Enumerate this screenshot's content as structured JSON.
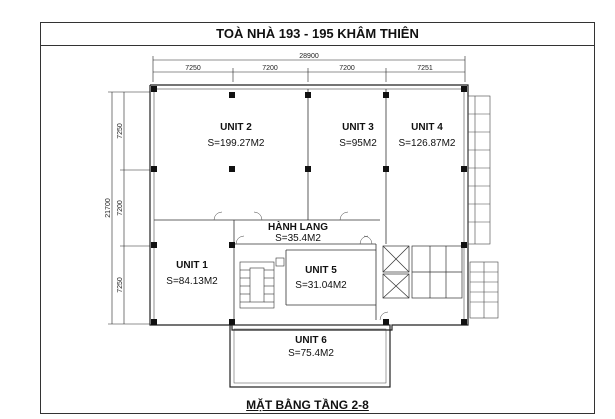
{
  "header": {
    "title": "TOÀ NHÀ 193 - 195 KHÂM THIÊN"
  },
  "footer": {
    "title": "MẶT BẰNG TẦNG 2-8"
  },
  "dimensions": {
    "overall_width": "28900",
    "bays": [
      "7250",
      "7200",
      "7200",
      "7251"
    ],
    "overall_depth": "21700",
    "rows": [
      "7250",
      "7200",
      "7250"
    ]
  },
  "units": {
    "unit2": {
      "name": "UNIT 2",
      "area": "S=199.27M2"
    },
    "unit3": {
      "name": "UNIT 3",
      "area": "S=95M2"
    },
    "unit4": {
      "name": "UNIT 4",
      "area": "S=126.87M2"
    },
    "corridor": {
      "name": "HÀNH LANG",
      "area": "S=35.4M2"
    },
    "unit1": {
      "name": "UNIT 1",
      "area": "S=84.13M2"
    },
    "unit5": {
      "name": "UNIT 5",
      "area": "S=31.04M2"
    },
    "unit6": {
      "name": "UNIT 6",
      "area": "S=75.4M2"
    }
  }
}
